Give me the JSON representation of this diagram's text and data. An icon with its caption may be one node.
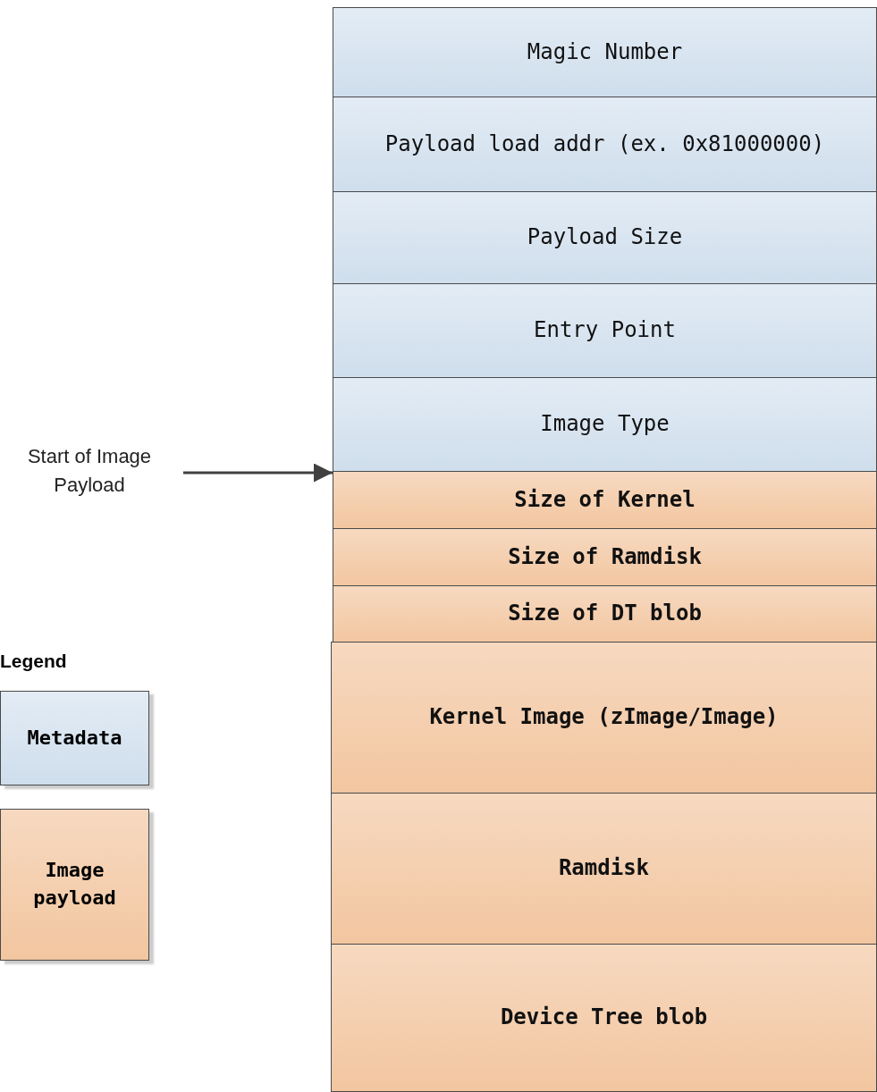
{
  "diagram": {
    "nodes": [
      {
        "text": [
          "Magic Number"
        ]
      },
      {
        "text": [
          "Payload load addr (ex. 0x81000000)"
        ]
      },
      {
        "text": [
          "Payload Size"
        ]
      },
      {
        "text": [
          "Entry Point"
        ]
      },
      {
        "text": [
          "Image Type"
        ]
      },
      {
        "text": [
          "Size of Kernel"
        ]
      },
      {
        "text": [
          "Size of Ramdisk"
        ]
      },
      {
        "text": [
          "Size of DT blob"
        ]
      },
      {
        "text": [
          "Kernel Image (zImage/Image)"
        ]
      },
      {
        "text": [
          "Ramdisk"
        ]
      },
      {
        "text": [
          "Device Tree blob"
        ]
      },
      {
        "text": [
          "Start of Image Payload"
        ]
      }
    ],
    "edges": [
      {
        "from": 11,
        "to": 5,
        "arrow": "to"
      }
    ],
    "labels": [
      "Legend"
    ],
    "legend": [
      {
        "text": "Metadata",
        "color": "#cfdeec"
      },
      {
        "text": "Image payload",
        "color": "#f2c6a0"
      }
    ]
  }
}
